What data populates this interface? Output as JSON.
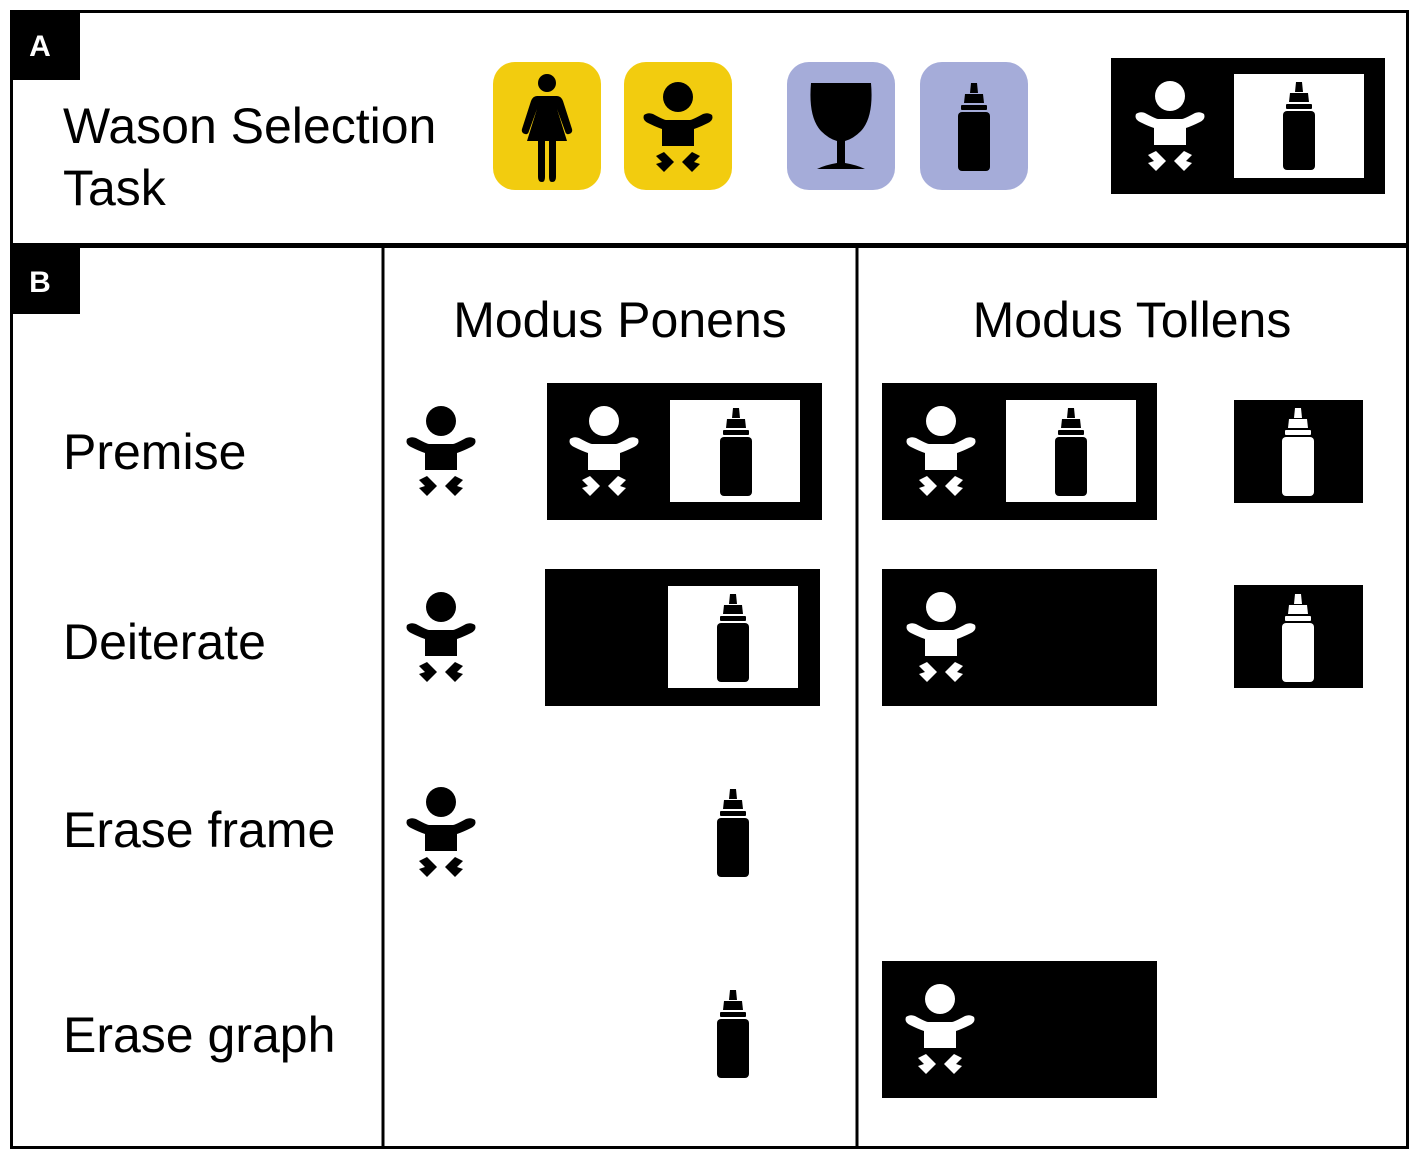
{
  "panel_a": {
    "tag": "A",
    "title_line1": "Wason Selection",
    "title_line2": "Task",
    "cards": [
      {
        "icon": "woman-icon",
        "color": "#f2cc0f"
      },
      {
        "icon": "baby-icon",
        "color": "#f2cc0f"
      },
      {
        "icon": "wine-glass-icon",
        "color": "#a5acd9"
      },
      {
        "icon": "baby-bottle-icon",
        "color": "#a5acd9"
      }
    ],
    "rule_graph": "baby-implies-bottle"
  },
  "panel_b": {
    "tag": "B",
    "columns": [
      "Modus Ponens",
      "Modus Tollens"
    ],
    "rows": [
      "Premise",
      "Deiterate",
      "Erase frame",
      "Erase graph"
    ]
  },
  "colors": {
    "ink": "#000000",
    "paper": "#ffffff",
    "yellow_card": "#f2cc0f",
    "lavender_card": "#a5acd9"
  }
}
